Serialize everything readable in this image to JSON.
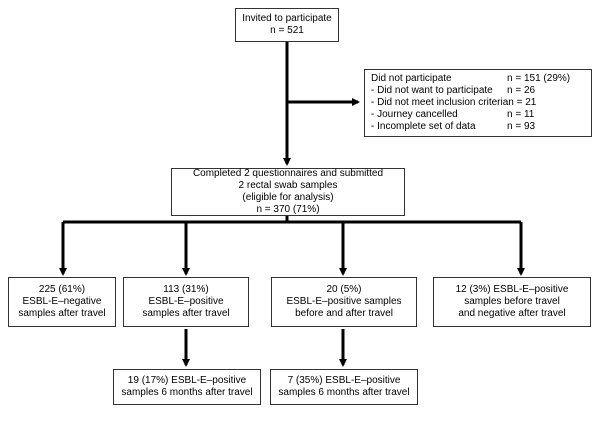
{
  "invited": {
    "line1": "Invited to participate",
    "line2": "n = 521"
  },
  "excluded": {
    "header_label": "Did not participate",
    "header_value": "n = 151 (29%)",
    "items": [
      {
        "label": "- Did not want to participate",
        "value": "n = 26"
      },
      {
        "label": "- Did not meet inclusion criteria",
        "value": "n = 21"
      },
      {
        "label": "- Journey cancelled",
        "value": "n = 11"
      },
      {
        "label": "- Incomplete set of data",
        "value": "n = 93"
      }
    ]
  },
  "eligible": {
    "line1": "Completed 2 questionnaires and submitted",
    "line2": "2 rectal swab samples",
    "line3": "(eligible for analysis)",
    "line4": "n = 370 (71%)"
  },
  "groups": [
    {
      "line1": "225 (61%)",
      "line2": "ESBL-E–negative",
      "line3": "samples after travel"
    },
    {
      "line1": "113 (31%)",
      "line2": "ESBL-E–positive",
      "line3": "samples after travel"
    },
    {
      "line1": "20 (5%)",
      "line2": "ESBL-E–positive samples",
      "line3": "before and after travel"
    },
    {
      "line1": "12 (3%) ESBL-E–positive",
      "line2": "samples before travel",
      "line3": "and negative after travel"
    }
  ],
  "followups": [
    {
      "line1": "19 (17%) ESBL-E–positive",
      "line2": "samples 6 months after travel"
    },
    {
      "line1": "7 (35%) ESBL-E–positive",
      "line2": "samples 6 months after travel"
    }
  ]
}
